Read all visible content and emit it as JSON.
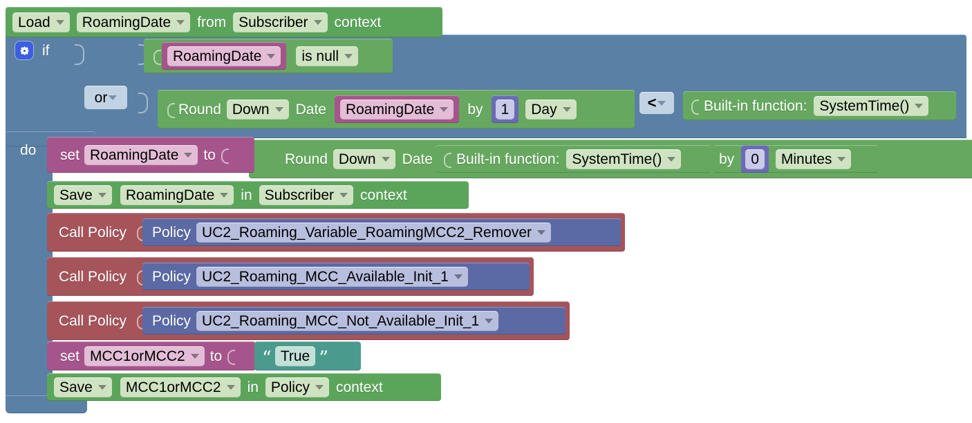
{
  "workspace": {
    "name": "blockly-policy-workspace",
    "background": "#ffffff"
  },
  "colors": {
    "green": "#5ba55b",
    "blue": "#5b80a5",
    "magenta": "#a5558c",
    "red": "#a5545a",
    "indigo": "#5b6aa5",
    "purple": "#6b6bb5",
    "teal": "#4a9b8e",
    "field_green": "#cfe3c2",
    "field_magenta": "#e3bcd6",
    "field_blue": "#c2d3e3",
    "field_indigo": "#b8bedd",
    "gear_icon": "#3b5fe0"
  },
  "load_block": {
    "action": "Load",
    "variable": "RoamingDate",
    "from_label": "from",
    "scope": "Subscriber",
    "context_label": "context"
  },
  "if_block": {
    "gear_icon": "gear-icon",
    "if_label": "if",
    "do_label": "do",
    "condition1": {
      "variable": "RoamingDate",
      "operator": "is null"
    },
    "joiner": "or",
    "condition2": {
      "round_label": "Round",
      "direction": "Down",
      "date_label": "Date",
      "variable": "RoamingDate",
      "by_label": "by",
      "amount": "1",
      "unit": "Day",
      "comparison": "<",
      "right_label": "Built-in function:",
      "right_value": "SystemTime()"
    }
  },
  "do_statements": {
    "set_roaming_date": {
      "set_label": "set",
      "variable": "RoamingDate",
      "to_label": "to",
      "value": {
        "round_label": "Round",
        "direction": "Down",
        "date_label": "Date",
        "function_label": "Built-in function:",
        "function_value": "SystemTime()",
        "by_label": "by",
        "amount": "0",
        "unit": "Minutes"
      }
    },
    "save_roaming_date": {
      "action": "Save",
      "variable": "RoamingDate",
      "in_label": "in",
      "scope": "Subscriber",
      "context_label": "context"
    },
    "call_policy_1": {
      "action": "Call Policy",
      "policy_label": "Policy",
      "policy_name": "UC2_Roaming_Variable_RoamingMCC2_Remover"
    },
    "call_policy_2": {
      "action": "Call Policy",
      "policy_label": "Policy",
      "policy_name": "UC2_Roaming_MCC_Available_Init_1"
    },
    "call_policy_3": {
      "action": "Call Policy",
      "policy_label": "Policy",
      "policy_name": "UC2_Roaming_MCC_Not_Available_Init_1"
    },
    "set_mcc": {
      "set_label": "set",
      "variable": "MCC1orMCC2",
      "to_label": "to",
      "open_quote": "“",
      "text_value": "True",
      "close_quote": "”"
    },
    "save_mcc": {
      "action": "Save",
      "variable": "MCC1orMCC2",
      "in_label": "in",
      "scope": "Policy",
      "context_label": "context"
    }
  }
}
